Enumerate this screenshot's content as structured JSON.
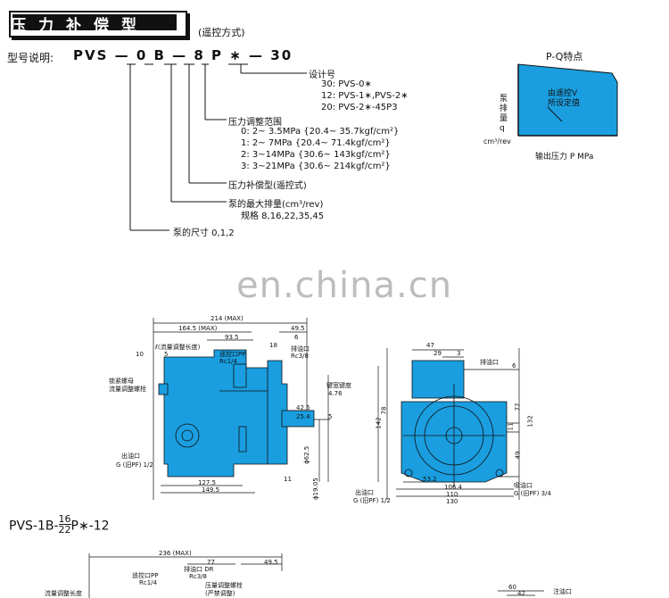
{
  "title": "压力补偿型",
  "title_note": "(遥控方式)",
  "model": {
    "label": "型号说明:",
    "code": "PVS — 0 B — 8 P ∗ — 30"
  },
  "design": {
    "label": "设计号",
    "items": [
      "30:  PVS-0∗",
      "12:  PVS-1∗,PVS-2∗",
      "20:  PVS-2∗-45P3"
    ]
  },
  "pressure": {
    "label": "压力调整范围",
    "items": [
      "0:  2~ 3.5MPa {20.4~  35.7kgf/cm²}",
      "1:  2~  7MPa {20.4~  71.4kgf/cm²}",
      "2:  3~14MPa {30.6~   143kgf/cm²}",
      "3:  3~21MPa {30.6~   214kgf/cm²}"
    ]
  },
  "compensation": "压力补偿型(遥控式)",
  "displacement": {
    "label": "泵的最大排量(cm³/rev)",
    "spec": "规格 8,16,22,35,45"
  },
  "size": "泵的尺寸  0,1,2",
  "pq": {
    "title": "P-Q特点",
    "y_label": [
      "泵",
      "排",
      "量",
      "q",
      "cm³/rev"
    ],
    "curve_label": [
      "由遥控V",
      "所设定值"
    ],
    "x_label": "输出压力 P MPa",
    "fill_color": "#1a9ee0"
  },
  "watermark": "en.china.cn",
  "drawing1": {
    "dims": [
      "214  (MAX)",
      "164.5  (MAX)",
      "49.5",
      "93.5",
      "6",
      "18",
      "10",
      "5",
      "42.5",
      "25.4",
      "5",
      "127.5",
      "149.5",
      "11"
    ],
    "labels": [
      "ℓ(流量调整长度)",
      "遥控口PP",
      "Rc1/4",
      "排油口",
      "Rc3/8",
      "锁紧螺母",
      "流量调整螺栓",
      "键宽键度",
      "4.76",
      "出油口",
      "G (旧PF) 1/2",
      "ϕ19.05",
      "ϕ62.5"
    ]
  },
  "drawing2": {
    "dims": [
      "47",
      "29",
      "3",
      "6",
      "142",
      "78",
      "77",
      "11",
      "132",
      "49",
      "53.2",
      "106.4",
      "110",
      "130"
    ],
    "labels": [
      "排油口",
      "出油口",
      "G (旧PF) 1/2",
      "吸油口",
      "G (旧PF) 3/4"
    ]
  },
  "model2": {
    "prefix": "PVS-1B-",
    "top": "16",
    "bottom": "22",
    "suffix": "P∗-12"
  },
  "drawing3": {
    "dims": [
      "236  (MAX)",
      "77",
      "49.5",
      "60",
      "42"
    ],
    "labels": [
      "遥控口PP",
      "Rc1/4",
      "排油口 DR",
      "Rc3/8",
      "流量调整长度",
      "压量调整螺栓",
      "(严禁调整)",
      "注油口"
    ]
  },
  "body_color": "#1a9ee0"
}
